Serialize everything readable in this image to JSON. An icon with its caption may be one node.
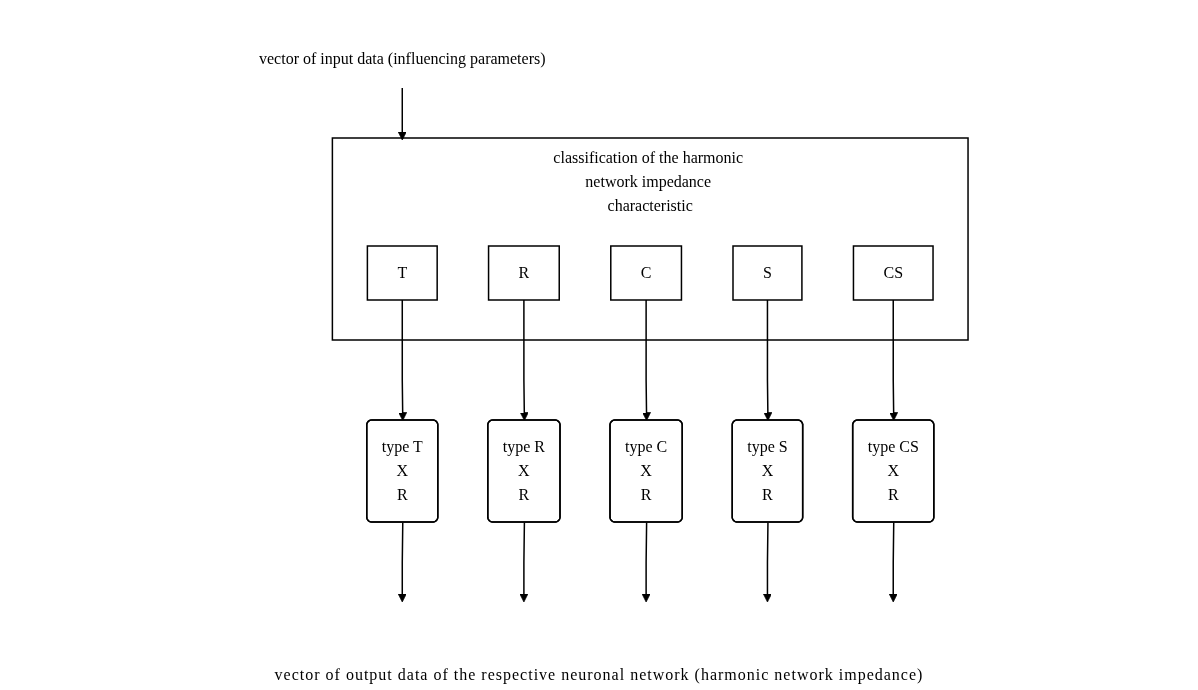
{
  "diagram": {
    "nodes": [
      {
        "text": [
          "vector of input data (influencing parameters)"
        ]
      },
      {
        "text": [
          "classification of the harmonic network impedance characteristic"
        ]
      },
      {
        "text": [
          "T"
        ],
        "in": 1
      },
      {
        "text": [
          "R"
        ],
        "in": 1
      },
      {
        "text": [
          "C"
        ],
        "in": 1
      },
      {
        "text": [
          "S"
        ],
        "in": 1
      },
      {
        "text": [
          "CS"
        ],
        "in": 1
      },
      {
        "text": [
          "type T",
          "X",
          "R"
        ]
      },
      {
        "text": [
          "type R",
          "X",
          "R"
        ]
      },
      {
        "text": [
          "type C",
          "X",
          "R"
        ]
      },
      {
        "text": [
          "type S",
          "X",
          "R"
        ]
      },
      {
        "text": [
          "type CS",
          "X",
          "R"
        ]
      }
    ],
    "edges": [
      {
        "from": 0,
        "to": 1,
        "arrow": "to"
      },
      {
        "from": 2,
        "to": 7,
        "arrow": "to"
      },
      {
        "from": 3,
        "to": 8,
        "arrow": "to"
      },
      {
        "from": 4,
        "to": 9,
        "arrow": "to"
      },
      {
        "from": 5,
        "to": 10,
        "arrow": "to"
      },
      {
        "from": 6,
        "to": 11,
        "arrow": "to"
      },
      {
        "from": 7,
        "to": null,
        "arrow": "to"
      },
      {
        "from": 8,
        "to": null,
        "arrow": "to"
      },
      {
        "from": 9,
        "to": null,
        "arrow": "to"
      },
      {
        "from": 10,
        "to": null,
        "arrow": "to"
      },
      {
        "from": 11,
        "to": null,
        "arrow": "to"
      }
    ],
    "labels": [
      "vector of output data of the respective neuronal network (harmonic network impedance)"
    ]
  }
}
